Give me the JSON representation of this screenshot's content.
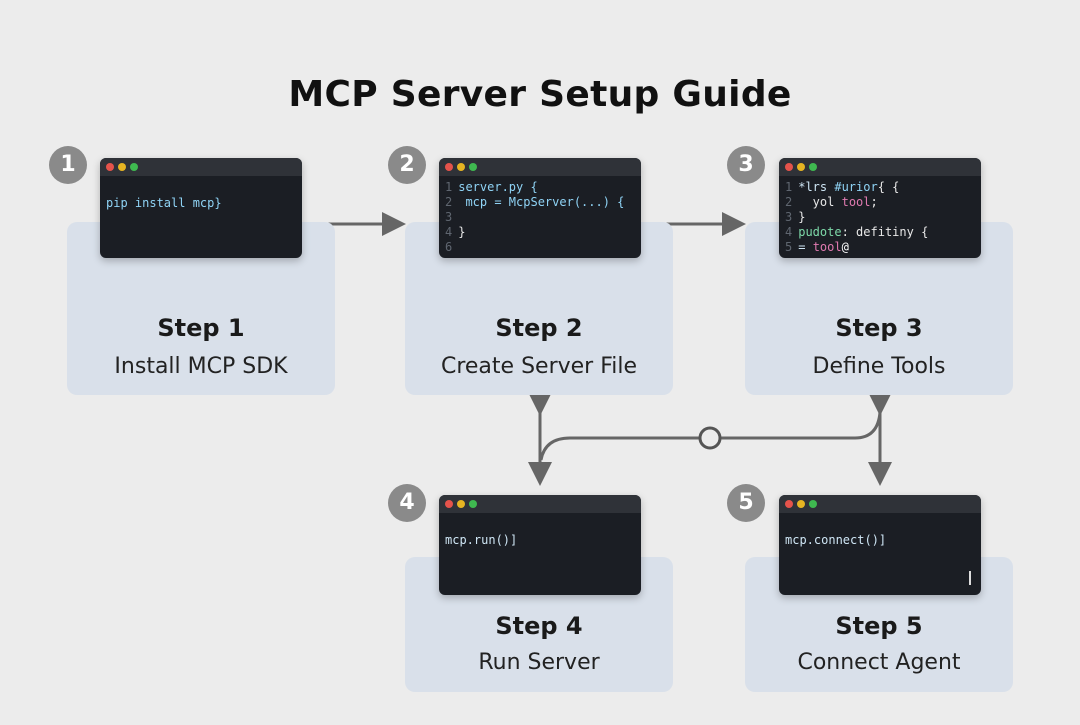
{
  "title": "MCP Server Setup Guide",
  "colors": {
    "background": "#ececec",
    "card": "#d9e0ea",
    "terminal": "#1b1e24",
    "badge": "#8a8a8a",
    "connector": "#666666"
  },
  "steps": [
    {
      "number": "1",
      "title": "Step 1",
      "subtitle": "Install MCP SDK",
      "code": [
        [
          {
            "t": "pip install mcp}",
            "c": "#8fd3f5"
          }
        ]
      ],
      "numbered": false
    },
    {
      "number": "2",
      "title": "Step 2",
      "subtitle": "Create Server File",
      "numbered": true,
      "code": [
        [
          {
            "t": "server.py {",
            "c": "#8fd3f5"
          }
        ],
        [
          {
            "t": " mcp = McpServer(...) {",
            "c": "#8fd3f5"
          }
        ],
        [
          {
            "t": "",
            "c": "#fff"
          }
        ],
        [
          {
            "t": "}",
            "c": "#e8e8e8"
          }
        ],
        [
          {
            "t": "",
            "c": "#fff"
          }
        ]
      ],
      "line_numbers": [
        "1",
        "2",
        "3",
        "4",
        "6"
      ]
    },
    {
      "number": "3",
      "title": "Step 3",
      "subtitle": "Define Tools",
      "numbered": true,
      "code": [
        [
          {
            "t": "*lrs ",
            "c": "#cfe6f5"
          },
          {
            "t": "#urior",
            "c": "#8fd3f5"
          },
          {
            "t": "{ {",
            "c": "#e8e8e8"
          }
        ],
        [
          {
            "t": "  yol ",
            "c": "#e8e8e8"
          },
          {
            "t": "tool",
            "c": "#e07ab0"
          },
          {
            "t": ";",
            "c": "#e8e8e8"
          }
        ],
        [
          {
            "t": "}",
            "c": "#e8e8e8"
          }
        ],
        [
          {
            "t": "pudote",
            "c": "#7dd8a8"
          },
          {
            "t": ": defitiny {",
            "c": "#e8e8e8"
          }
        ],
        [
          {
            "t": "= ",
            "c": "#cfe6f5"
          },
          {
            "t": "tool",
            "c": "#e07ab0"
          },
          {
            "t": "@",
            "c": "#ffffff"
          }
        ]
      ],
      "line_numbers": [
        "1",
        "2",
        "3",
        "4",
        "5"
      ]
    },
    {
      "number": "4",
      "title": "Step 4",
      "subtitle": "Run Server",
      "numbered": false,
      "code": [
        [
          {
            "t": "mcp.run()]",
            "c": "#cfe6f5"
          }
        ]
      ]
    },
    {
      "number": "5",
      "title": "Step 5",
      "subtitle": "Connect Agent",
      "numbered": false,
      "code": [
        [
          {
            "t": "mcp.connect()]",
            "c": "#cfe6f5"
          }
        ]
      ]
    }
  ]
}
